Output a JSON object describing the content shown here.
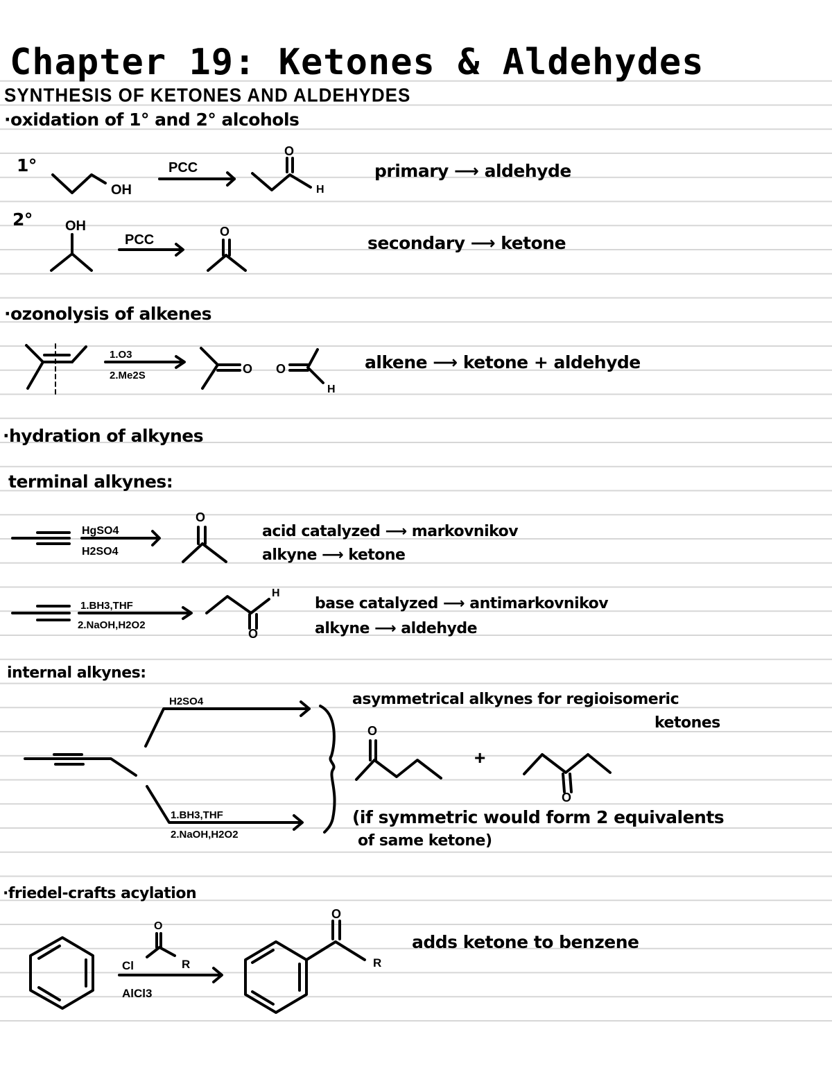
{
  "page": {
    "title": "Chapter 19: Ketones & Aldehydes",
    "ruled_line_color": "#d6d6d6",
    "ink_color": "#000000"
  },
  "section": {
    "heading": "SYNTHESIS OF KETONES AND ALDEHYDES"
  },
  "oxidation": {
    "heading": "·oxidation of 1° and 2° alcohols",
    "primary": {
      "label": "1°",
      "reactant_group": "OH",
      "reagent": "PCC",
      "product_top": "O",
      "product_group": "H",
      "note": "primary ⟶ aldehyde"
    },
    "secondary": {
      "label": "2°",
      "reactant_group": "OH",
      "reagent": "PCC",
      "product_top": "O",
      "note": "secondary ⟶ ketone"
    }
  },
  "ozonolysis": {
    "heading": "·ozonolysis of alkenes",
    "reagent_top": "1.O3",
    "reagent_bottom": "2.Me2S",
    "product1_o": "O",
    "product2_o": "O",
    "product2_h": "H",
    "note": "alkene ⟶ ketone + aldehyde"
  },
  "hydration": {
    "heading": "·hydration of alkynes",
    "terminal": {
      "heading": "terminal alkynes:",
      "acid": {
        "reagent_top": "HgSO4",
        "reagent_bottom": "H2SO4",
        "product_o": "O",
        "note_line1": "acid catalyzed ⟶ markovnikov",
        "note_line2": "alkyne ⟶ ketone"
      },
      "base": {
        "reagent_top": "1.BH3,THF",
        "reagent_bottom": "2.NaOH,H2O2",
        "product_o": "O",
        "product_h": "H",
        "note_line1": "base catalyzed ⟶ antimarkovnikov",
        "note_line2": "alkyne ⟶ aldehyde"
      }
    },
    "internal": {
      "heading": "internal alkynes:",
      "upper_reagent": "H2SO4",
      "lower_reagent_top": "1.BH3,THF",
      "lower_reagent_bottom": "2.NaOH,H2O2",
      "note_line1": "asymmetrical alkynes for regioisomeric",
      "note_line2": "ketones",
      "product1_o": "O",
      "plus": "+",
      "product2_o": "O",
      "footnote_line1": "(if symmetric would form 2 equivalents",
      "footnote_line2": "of same ketone)"
    }
  },
  "friedel_crafts": {
    "heading": "·friedel-crafts acylation",
    "reagent_o": "O",
    "reagent_cl": "Cl",
    "reagent_r": "R",
    "catalyst": "AlCl3",
    "product_o": "O",
    "product_r": "R",
    "note": "adds ketone to benzene"
  }
}
